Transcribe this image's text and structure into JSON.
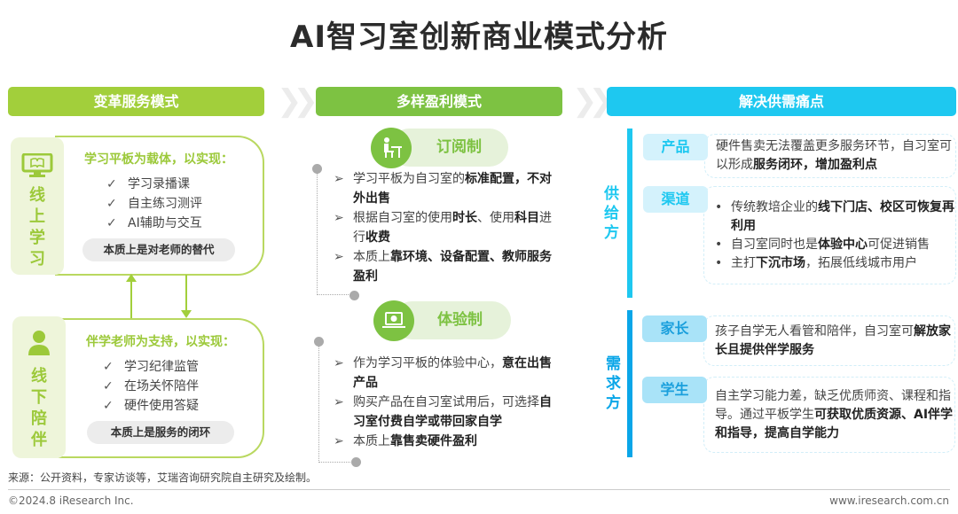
{
  "title": "AI智习室创新商业模式分析",
  "columns": {
    "col1": "变革服务模式",
    "col2": "多样盈利模式",
    "col3": "解决供需痛点"
  },
  "colors": {
    "lime": "#a2cf3b",
    "green": "#7dc242",
    "cyan": "#1ec8f0",
    "blue": "#0aa6e8"
  },
  "left": {
    "online": {
      "label": "线上学习",
      "icon": "monitor-book-icon",
      "heading": "学习平板为载体，以实现：",
      "items": [
        "学习录播课",
        "自主练习测评",
        "AI辅助与交互"
      ],
      "summary": "本质上是对老师的替代"
    },
    "offline": {
      "label": "线下陪伴",
      "icon": "person-icon",
      "heading": "伴学老师为支持，以实现：",
      "items": [
        "学习纪律监管",
        "在场关怀陪伴",
        "硬件使用答疑"
      ],
      "summary": "本质上是服务的闭环"
    },
    "check": "✓"
  },
  "middle": {
    "subscription": {
      "label": "订阅制",
      "icon": "person-at-desk-icon",
      "bullets": [
        [
          {
            "t": "学习平板为自习室的"
          },
          {
            "t": "标准配置，不对外出售",
            "b": 1
          }
        ],
        [
          {
            "t": "根据自习室的使用"
          },
          {
            "t": "时长",
            "b": 1
          },
          {
            "t": "、使用"
          },
          {
            "t": "科目",
            "b": 1
          },
          {
            "t": "进行"
          },
          {
            "t": "收费",
            "b": 1
          }
        ],
        [
          {
            "t": "本质上"
          },
          {
            "t": "靠环境、设备配置、教师服务盈利",
            "b": 1
          }
        ]
      ]
    },
    "experience": {
      "label": "体验制",
      "icon": "laptop-icon",
      "bullets": [
        [
          {
            "t": "作为学习平板的体验中心，"
          },
          {
            "t": "意在出售产品",
            "b": 1
          }
        ],
        [
          {
            "t": "购买产品在自习室试用后，可选择"
          },
          {
            "t": "自习室付费自学或带回家自学",
            "b": 1
          }
        ],
        [
          {
            "t": "本质上"
          },
          {
            "t": "靠售卖硬件盈利",
            "b": 1
          }
        ]
      ]
    },
    "arrow": "➢"
  },
  "right": {
    "supply": {
      "label": "供给方",
      "items": [
        {
          "tag": "产品",
          "lines": [
            [
              {
                "t": "硬件售卖无法覆盖更多服务环节，自习室可以形成"
              },
              {
                "t": "服务闭环，增加盈利点",
                "b": 1
              }
            ]
          ],
          "bullet": false
        },
        {
          "tag": "渠道",
          "lines": [
            [
              {
                "t": "传统教培企业的"
              },
              {
                "t": "线下门店、校区可恢复再利用",
                "b": 1
              }
            ],
            [
              {
                "t": "自习室同时也是"
              },
              {
                "t": "体验中心",
                "b": 1
              },
              {
                "t": "可促进销售"
              }
            ],
            [
              {
                "t": "主打"
              },
              {
                "t": "下沉市场",
                "b": 1
              },
              {
                "t": "，拓展低线城市用户"
              }
            ]
          ],
          "bullet": true
        }
      ]
    },
    "demand": {
      "label": "需求方",
      "items": [
        {
          "tag": "家长",
          "lines": [
            [
              {
                "t": "孩子自学无人看管和陪伴，自习室可"
              },
              {
                "t": "解放家长且提供伴学服务",
                "b": 1
              }
            ]
          ],
          "bullet": false
        },
        {
          "tag": "学生",
          "lines": [
            [
              {
                "t": "自主学习能力差，缺乏优质师资、课程和指导。通过平板学生"
              },
              {
                "t": "可获取优质资源、AI伴学和指导，提高自学能力",
                "b": 1
              }
            ]
          ],
          "bullet": false
        }
      ]
    },
    "bullet": "•"
  },
  "footer": {
    "source": "来源：公开资料，专家访谈等，艾瑞咨询研究院自主研究及绘制。",
    "copyright": "©2024.8 iResearch Inc.",
    "url": "www.iresearch.com.cn"
  }
}
